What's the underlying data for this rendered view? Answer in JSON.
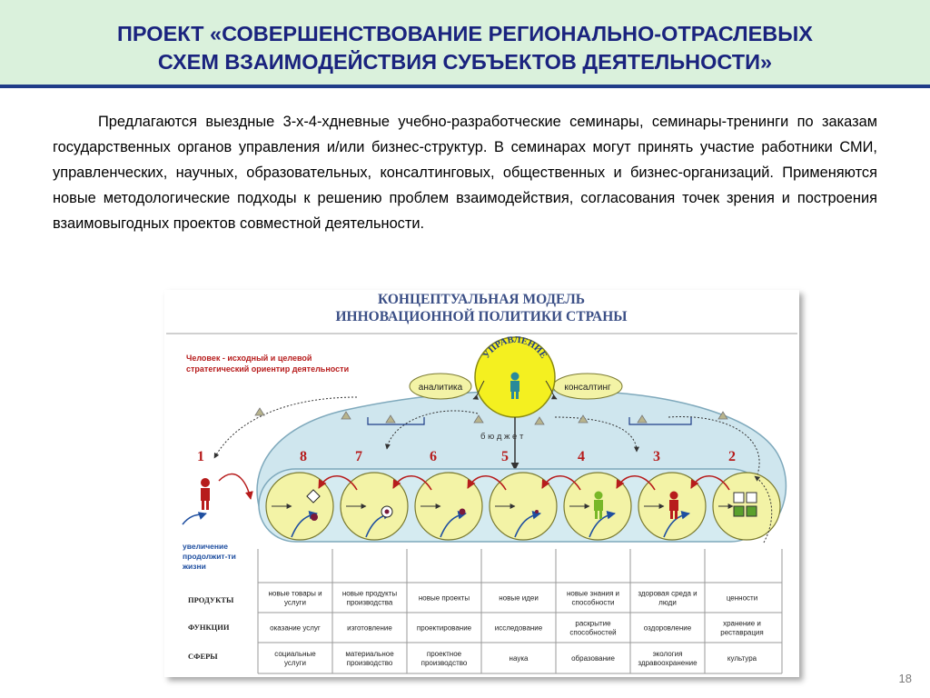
{
  "slide": {
    "title_line1": "ПРОЕКТ «СОВЕРШЕНСТВОВАНИЕ РЕГИОНАЛЬНО-ОТРАСЛЕВЫХ",
    "title_line2": "СХЕМ ВЗАИМОДЕЙСТВИЯ СУБЪЕКТОВ ДЕЯТЕЛЬНОСТИ»",
    "paragraph": "Предлагаются выездные 3-х-4-хдневные учебно-разработческие семинары, семинары-тренинги по заказам государственных органов управления и/или бизнес-структур. В семинарах могут принять участие работники СМИ, управленческих, научных, образовательных, консалтинговых, общественных и бизнес-организаций. Применяются новые методологические подходы к решению проблем взаимодействия, согласования точек зрения и построения взаимовыгодных проектов совместной деятельности.",
    "slide_number": "18"
  },
  "diagram": {
    "title_line1": "КОНЦЕПТУАЛЬНАЯ МОДЕЛЬ",
    "title_line2": "ИННОВАЦИОННОЙ ПОЛИТИКИ СТРАНЫ",
    "note_line1": "Человек - исходный и целевой",
    "note_line2": "стратегический ориентир деятельности",
    "management": "УПРАВЛЕНИЕ",
    "analytics": "аналитика",
    "consulting": "консалтинг",
    "budget": "б ю д ж е т",
    "life_line1": "увеличение",
    "life_line2": "продолжит-ти",
    "life_line3": "жизни",
    "cycle_numbers": [
      "8",
      "7",
      "6",
      "5",
      "4",
      "3",
      "2"
    ],
    "start_number": "1",
    "row_labels": [
      "ПРОДУКТЫ",
      "ФУНКЦИИ",
      "СФЕРЫ"
    ],
    "products": [
      "новые товары и услуги",
      "новые продукты производства",
      "новые проекты",
      "новые идеи",
      "новые знания и способности",
      "здоровая среда и люди",
      "ценности"
    ],
    "functions": [
      "оказание услуг",
      "изготовление",
      "проектирование",
      "исследование",
      "раскрытие способностей",
      "оздоровление",
      "хранение и реставрация"
    ],
    "spheres": [
      "социальные услуги",
      "материальное производство",
      "проектное производство",
      "наука",
      "образование",
      "экология здравоохранение",
      "культура"
    ]
  },
  "colors": {
    "header_bg": "#daf1dc",
    "header_rule": "#1f3c88",
    "title_text": "#1a237e",
    "diagram_red": "#b71c1c",
    "cloud_fill": "#cfe6ee",
    "node_fill": "#f3f3a6"
  }
}
